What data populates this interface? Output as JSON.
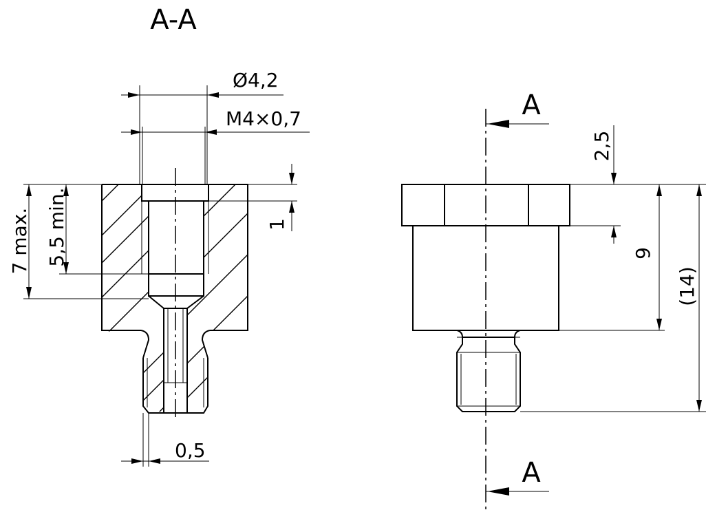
{
  "section_title": "A-A",
  "cut_label_top": "A",
  "cut_label_bottom": "A",
  "dimensions": {
    "bore_diameter": "Ø4,2",
    "thread": "M4×0,7",
    "thread_depth_max": "7 max.",
    "full_thread_min": "5,5 min.",
    "chamfer_depth": "1",
    "undercut": "0,5",
    "hex_height": "2,5",
    "body_height": "9",
    "overall_length": "(14)"
  }
}
